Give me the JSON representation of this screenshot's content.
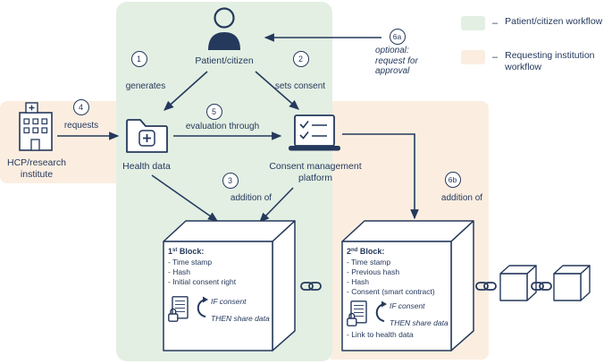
{
  "colors": {
    "ink": "#25395c",
    "patient_workflow_bg": "#e3efe3",
    "institution_workflow_bg": "#fbeee1"
  },
  "nodes": {
    "patient": "Patient/citizen",
    "hcp": "HCP/research institute",
    "health_data": "Health data",
    "platform": "Consent management platform"
  },
  "steps": {
    "s1": {
      "num": "1",
      "label": "generates"
    },
    "s2": {
      "num": "2",
      "label": "sets consent"
    },
    "s3": {
      "num": "3",
      "label": "addition of"
    },
    "s4": {
      "num": "4",
      "label": "requests"
    },
    "s5": {
      "num": "5",
      "label": "evaluation through"
    },
    "s6a": {
      "num": "6a",
      "label": "optional: request for approval"
    },
    "s6b": {
      "num": "6b",
      "label": "addition of"
    }
  },
  "blocks": {
    "block1": {
      "num": "1",
      "sup": "st",
      "title": " Block:",
      "items": [
        "- Time stamp",
        "- Hash",
        "- Initial consent right"
      ],
      "contract_if": "IF consent",
      "contract_then": "THEN share data"
    },
    "block2": {
      "num": "2",
      "sup": "nd",
      "title": " Block:",
      "items": [
        "- Time stamp",
        "- Previous hash",
        "- Hash",
        "- Consent (smart contract)"
      ],
      "contract_if": "IF consent",
      "contract_then": "THEN share data",
      "footer": "- Link to health data"
    }
  },
  "legend": {
    "dash": "–",
    "items": [
      {
        "label": "Patient/citizen workflow",
        "color": "#e3efe3"
      },
      {
        "label": "Requesting institution workflow",
        "color": "#fbeee1"
      }
    ]
  }
}
